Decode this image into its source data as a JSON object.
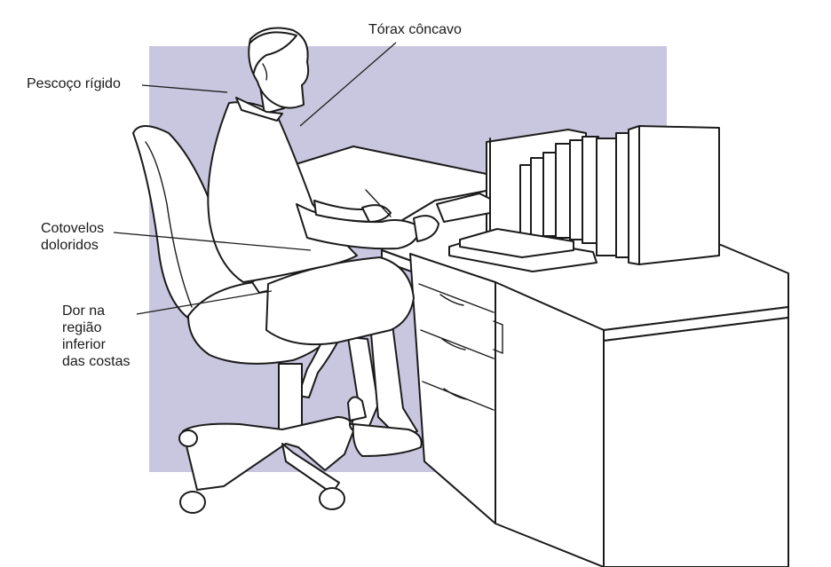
{
  "colors": {
    "background_panel": "#c9c6df",
    "ink": "#1b1b1b",
    "paper": "#ffffff"
  },
  "labels": {
    "torax": [
      "Tórax côncavo"
    ],
    "pescoco": [
      "Pescoço rígido"
    ],
    "cotovelos": [
      "Cotovelos",
      "doloridos"
    ],
    "dor": [
      "Dor na",
      "região",
      "inferior",
      "das costas"
    ]
  }
}
